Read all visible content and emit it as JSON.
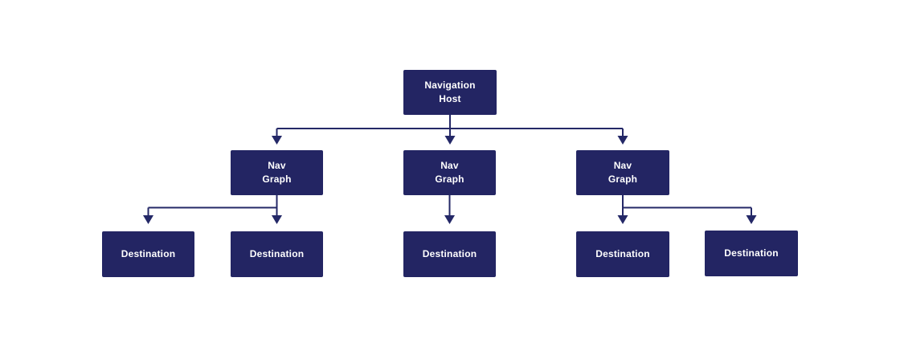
{
  "diagram": {
    "type": "hierarchy",
    "nodes": [
      {
        "id": "navigation-host",
        "label": "Navigation Host",
        "lines": [
          "Navigation",
          "Host"
        ],
        "level": 1
      },
      {
        "id": "nav-graph-1",
        "label": "Nav Graph",
        "lines": [
          "Nav",
          "Graph"
        ],
        "level": 2
      },
      {
        "id": "nav-graph-2",
        "label": "Nav Graph",
        "lines": [
          "Nav",
          "Graph"
        ],
        "level": 2
      },
      {
        "id": "nav-graph-3",
        "label": "Nav Graph",
        "lines": [
          "Nav",
          "Graph"
        ],
        "level": 2
      },
      {
        "id": "destination-1",
        "label": "Destination",
        "lines": [
          "Destination"
        ],
        "level": 3
      },
      {
        "id": "destination-2",
        "label": "Destination",
        "lines": [
          "Destination"
        ],
        "level": 3
      },
      {
        "id": "destination-3",
        "label": "Destination",
        "lines": [
          "Destination"
        ],
        "level": 3
      },
      {
        "id": "destination-4",
        "label": "Destination",
        "lines": [
          "Destination"
        ],
        "level": 3
      },
      {
        "id": "destination-5",
        "label": "Destination",
        "lines": [
          "Destination"
        ],
        "level": 3
      }
    ],
    "edges": [
      {
        "from": "navigation-host",
        "to": "nav-graph-1"
      },
      {
        "from": "navigation-host",
        "to": "nav-graph-2"
      },
      {
        "from": "navigation-host",
        "to": "nav-graph-3"
      },
      {
        "from": "nav-graph-1",
        "to": "destination-1"
      },
      {
        "from": "nav-graph-1",
        "to": "destination-2"
      },
      {
        "from": "nav-graph-2",
        "to": "destination-3"
      },
      {
        "from": "nav-graph-3",
        "to": "destination-4"
      },
      {
        "from": "nav-graph-3",
        "to": "destination-5"
      }
    ]
  },
  "colors": {
    "bg": "#ffffff",
    "box": "#232563",
    "line": "#242867",
    "text": "#ffffff"
  }
}
